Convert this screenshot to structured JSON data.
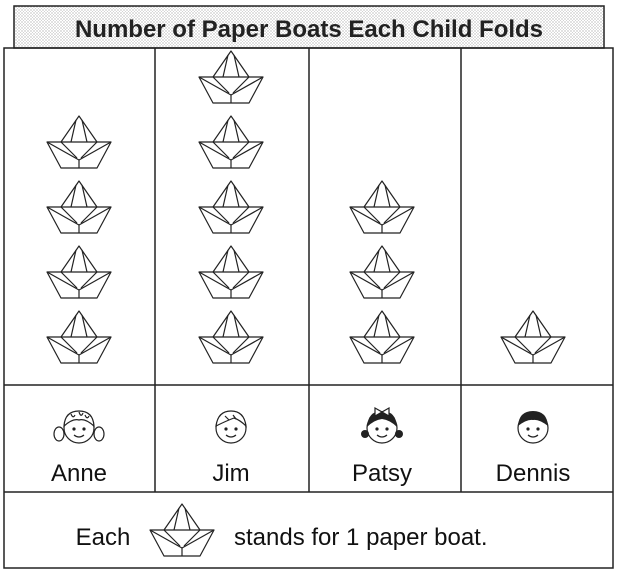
{
  "chart_data": {
    "type": "pictograph",
    "title": "Number of Paper Boats Each Child Folds",
    "categories": [
      "Anne",
      "Jim",
      "Patsy",
      "Dennis"
    ],
    "values": [
      4,
      5,
      3,
      1
    ],
    "icon": "paper-boat-icon",
    "legend": {
      "prefix": "Each",
      "suffix": "stands for 1 paper boat.",
      "unit_value": 1
    }
  }
}
